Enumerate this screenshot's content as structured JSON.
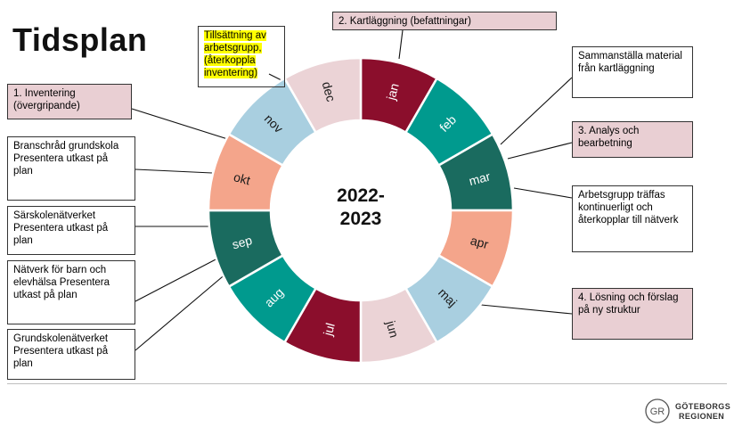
{
  "title": "Tidsplan",
  "center": {
    "line1": "2022-",
    "line2": "2023"
  },
  "months": [
    {
      "label": "jan",
      "color": "#8b0e2c",
      "text_color": "#ffffff"
    },
    {
      "label": "feb",
      "color": "#009a8e",
      "text_color": "#ffffff"
    },
    {
      "label": "mar",
      "color": "#1a6b5f",
      "text_color": "#ffffff"
    },
    {
      "label": "apr",
      "color": "#f4a58b",
      "text_color": "#1a1a1a"
    },
    {
      "label": "maj",
      "color": "#a9cfe0",
      "text_color": "#1a1a1a"
    },
    {
      "label": "jun",
      "color": "#ebd3d6",
      "text_color": "#1a1a1a"
    },
    {
      "label": "jul",
      "color": "#8b0e2c",
      "text_color": "#ffffff"
    },
    {
      "label": "aug",
      "color": "#009a8e",
      "text_color": "#ffffff"
    },
    {
      "label": "sep",
      "color": "#1a6b5f",
      "text_color": "#ffffff"
    },
    {
      "label": "okt",
      "color": "#f4a58b",
      "text_color": "#1a1a1a"
    },
    {
      "label": "nov",
      "color": "#a9cfe0",
      "text_color": "#1a1a1a"
    },
    {
      "label": "dec",
      "color": "#ebd3d6",
      "text_color": "#1a1a1a"
    }
  ],
  "boxes": {
    "kartlaggning": "2. Kartläggning (befattningar)",
    "tillsattning": "Tillsättning av arbetsgrupp, (återkoppla inventering)",
    "inventering": "1. Inventering (övergripande)",
    "sammanstalla": "Sammanställa material från kartläggning",
    "analys": "3. Analys och bearbetning",
    "branschrad": "Branschråd grundskola Presentera utkast på plan",
    "sarskole": "Särskolenätverket Presentera utkast på plan",
    "arbetsgrupp": "Arbetsgrupp träffas kontinuerligt och återkopplar till nätverk",
    "natverk_barn": "Nätverk för barn och elevhälsa Presentera utkast på plan",
    "losning": "4. Lösning och förslag på ny struktur",
    "grundskole": "Grundskolenätverket Presentera utkast på plan"
  },
  "logo": {
    "line1": "GÖTEBORGS",
    "line2": "REGIONEN"
  }
}
